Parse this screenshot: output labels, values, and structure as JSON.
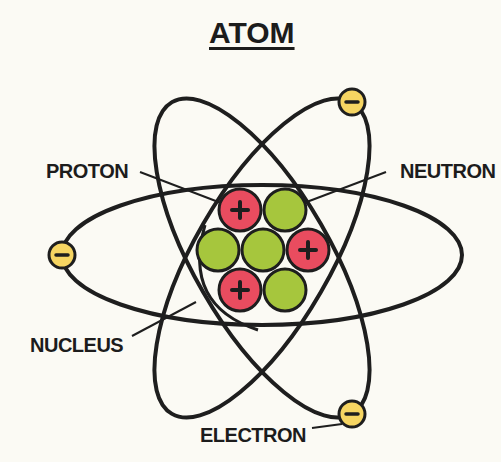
{
  "diagram": {
    "title": "ATOM",
    "labels": [
      "PROTON",
      "NEUTRON",
      "NUCLEUS",
      "ELECTRON"
    ]
  }
}
